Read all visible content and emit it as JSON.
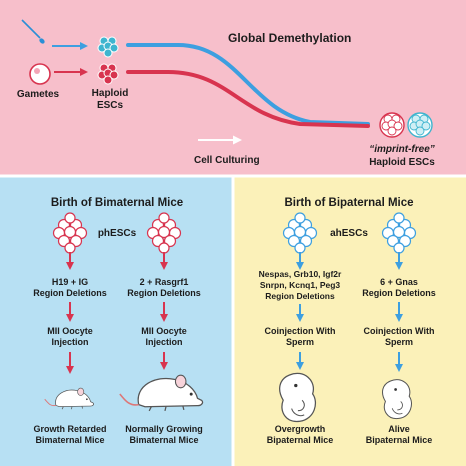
{
  "top": {
    "title": "Global Demethylation",
    "gametes": "Gametes",
    "haploid_line1": "Haploid",
    "haploid_line2": "ESCs",
    "cell_culturing": "Cell Culturing",
    "imprint_free": "“imprint-free”",
    "imprint_free_line2": "Haploid ESCs"
  },
  "left": {
    "title": "Birth of Bimaternal Mice",
    "stem": "phESCs",
    "col1": {
      "deletion_line1": "H19 + IG",
      "deletion_line2": "Region Deletions",
      "step_line1": "MII Oocyte",
      "step_line2": "Injection",
      "result_line1": "Growth Retarded",
      "result_line2": "Bimaternal Mice"
    },
    "col2": {
      "deletion_line1": "2 + Rasgrf1",
      "deletion_line2": "Region Deletions",
      "step_line1": "MII Oocyte",
      "step_line2": "Injection",
      "result_line1": "Normally Growing",
      "result_line2": "Bimaternal Mice"
    }
  },
  "right": {
    "title": "Birth of Bipaternal Mice",
    "stem": "ahESCs",
    "col1": {
      "deletion_line1": "Nespas, Grb10, Igf2r",
      "deletion_line2": "Snrpn, Kcnq1, Peg3",
      "deletion_line3": "Region Deletions",
      "step_line1": "Coinjection With",
      "step_line2": "Sperm",
      "result_line1": "Overgrowth",
      "result_line2": "Bipaternal Mice"
    },
    "col2": {
      "deletion_line1": "6 + Gnas",
      "deletion_line2": "Region Deletions",
      "step_line1": "Coinjection With",
      "step_line2": "Sperm",
      "result_line1": "Alive",
      "result_line2": "Bipaternal Mice"
    }
  },
  "colors": {
    "top_bg": "#f7bfcb",
    "left_bg": "#b7e0f3",
    "right_bg": "#fbf1b9",
    "maternal": "#d8344f",
    "paternal": "#3d9fe0",
    "text": "#1c1c1c"
  },
  "icons": [
    "egg-cell-icon",
    "sperm-icon",
    "cell-cluster-icon",
    "mouse-icon",
    "embryo-icon"
  ]
}
